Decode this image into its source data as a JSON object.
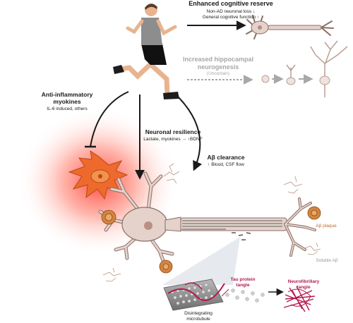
{
  "labels": {
    "enhanced_title": "Enhanced cognitive reserve",
    "enhanced_line1": "Non-AD neuronal loss ↓",
    "enhanced_line2": "General cognitive function ↑",
    "neurogenesis_line1": "Increased hippocampal",
    "neurogenesis_line2": "neurogenesis",
    "neurogenesis_note": "(Uncertain)",
    "antiinflam_line1": "Anti-inflammatory",
    "antiinflam_line2": "myokines",
    "antiinflam_sub": "IL-6 induced, others",
    "resilience_title": "Neuronal resilience",
    "resilience_sub": "Lactate, myokines → ↑BDNF",
    "clearance_title": "Aβ clearance",
    "clearance_sub": "↑ Blood, CSF flow",
    "abeta_plaque": "Aβ plaque",
    "soluble_abeta": "Soluble Aβ",
    "tau_line1": "Tau protein",
    "tau_line2": "tangle",
    "nft_line1": "Neurofibrillary",
    "nft_line2": "tangle",
    "microtubule_line1": "Disintegrating",
    "microtubule_line2": "microtubule"
  },
  "colors": {
    "dark": "#1a1a1a",
    "gray": "#a8a8a8",
    "neuron_fill": "#e4d2cb",
    "neuron_stroke": "#8c6e64",
    "microglia": "#ee6a2c",
    "glow": "#ff3b2e",
    "tau": "#b3194f",
    "plaque": "#d3843f",
    "plaque_label": "#c0692c",
    "soluble_label": "#9a9a9a"
  },
  "icons": {
    "runner": "running-person-icon",
    "microglia": "microglia-cell-icon",
    "main_neuron": "neuron-icon"
  }
}
